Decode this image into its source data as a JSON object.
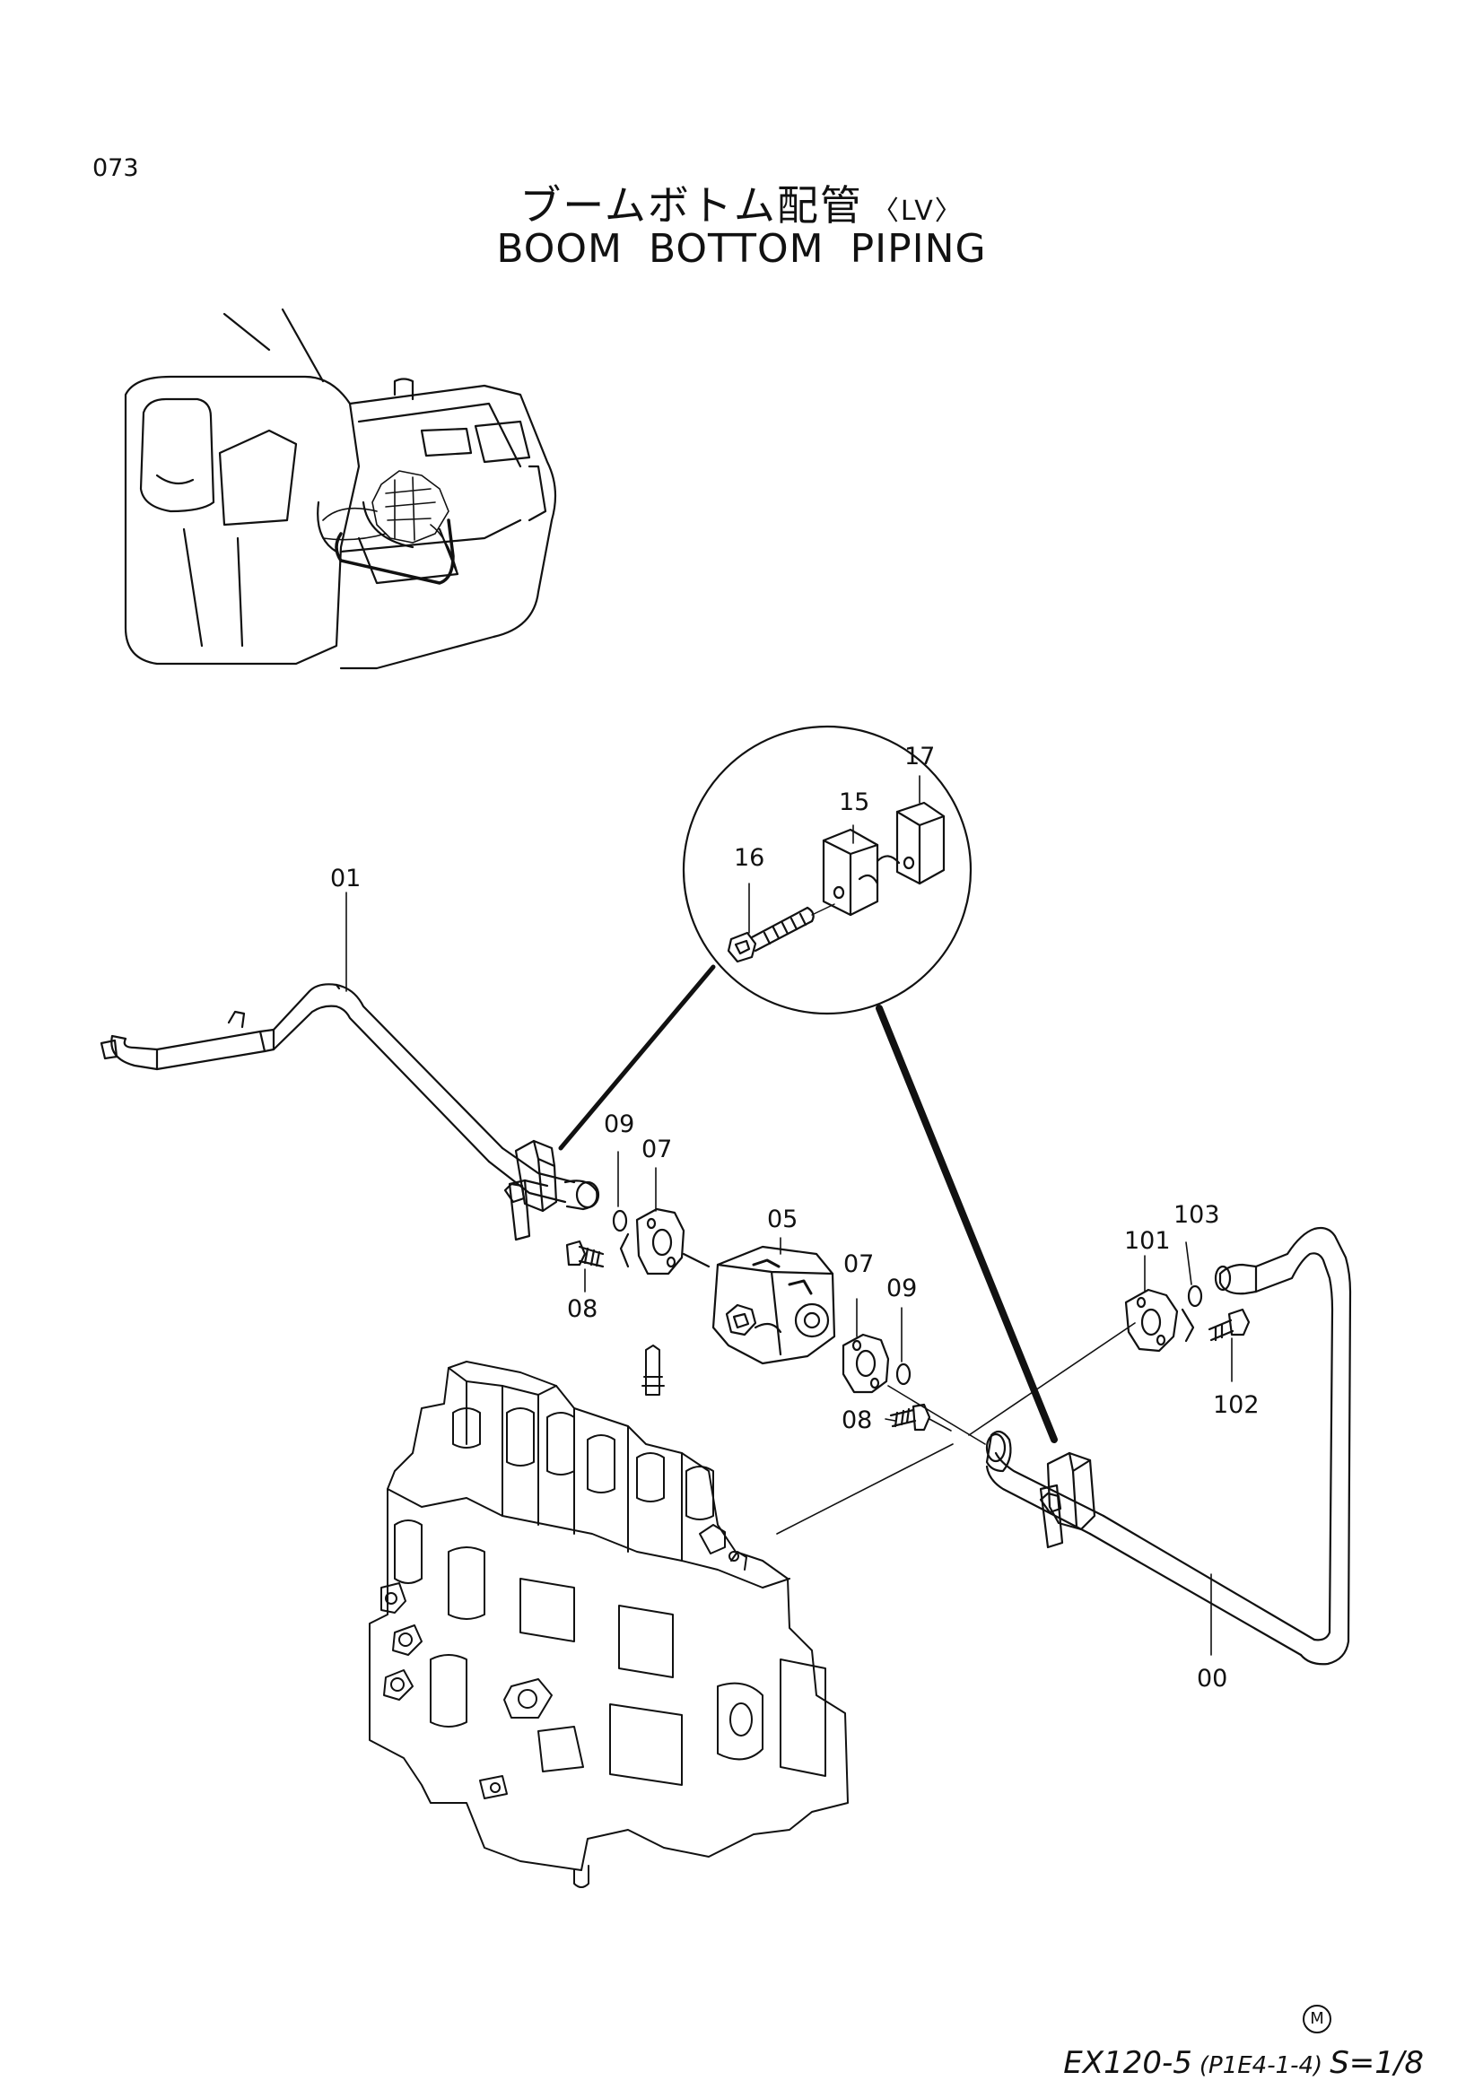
{
  "page_number": "073",
  "title_jp": "ブームボトム配管",
  "title_tag": "〈LV〉",
  "title_en": "BOOM  BOTTOM  PIPING",
  "callouts": {
    "p01": "01",
    "p00": "00",
    "p05": "05",
    "p07a": "07",
    "p07b": "07",
    "p08a": "08",
    "p08b": "08",
    "p09a": "09",
    "p09b": "09",
    "p101": "101",
    "p102": "102",
    "p103": "103",
    "p15": "15",
    "p16": "16",
    "p17": "17"
  },
  "footer": {
    "model": "EX120-5",
    "code": "(P1E4-1-4)",
    "scale": "S=1/8"
  },
  "mark": "M"
}
